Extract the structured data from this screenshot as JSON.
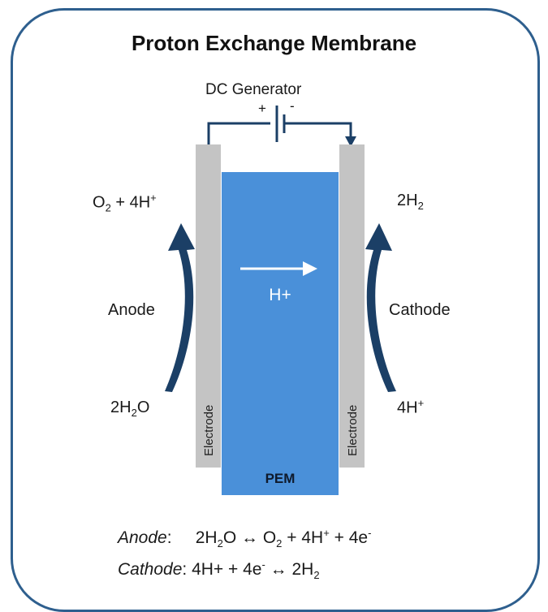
{
  "title": "Proton Exchange Membrane",
  "generator": {
    "label": "DC Generator",
    "plus": "+",
    "minus": "-"
  },
  "electrode_label": "Electrode",
  "membrane": {
    "label": "PEM",
    "flow": "H+"
  },
  "anode_side": {
    "name": "Anode",
    "input": "2H₂O",
    "output": "O₂ + 4H⁺"
  },
  "cathode_side": {
    "name": "Cathode",
    "input": "4H⁺",
    "output": "2H₂"
  },
  "equations": [
    {
      "label": "Anode",
      "sep": ":",
      "formula": "2H₂O ↔ O₂ + 4H⁺ + 4e⁻"
    },
    {
      "label": "Cathode",
      "sep": ":",
      "formula": "4H+ + 4e⁻ ↔ 2H₂"
    }
  ],
  "colors": {
    "frame": "#2E5F8E",
    "membrane": "#4A90D9",
    "electrode": "#C4C4C4",
    "arrow": "#1B3F66",
    "wire": "#1B3F66"
  }
}
